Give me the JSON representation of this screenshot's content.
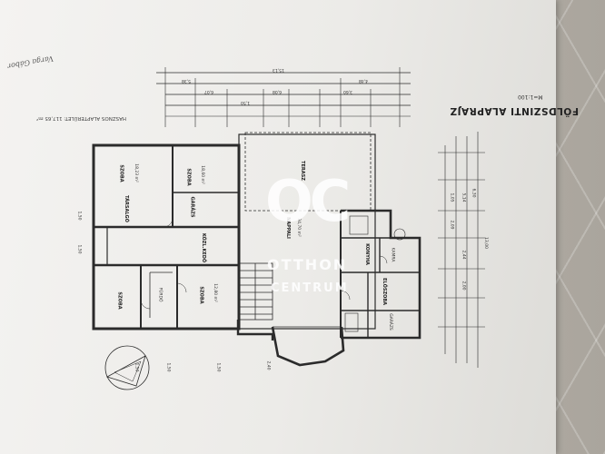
{
  "photo": {
    "background_color": "#b8b3ab",
    "paper_color": "#f1f0ee",
    "ink_color": "#2b2b2b"
  },
  "drawing": {
    "title": "FÖLDSZINTI ALAPRAJZ",
    "scale": "M=1:100",
    "area_note": "HASZNOS ALAPTERÜLET: 117,65 m²",
    "signature": "Varga Gábor"
  },
  "rooms": {
    "szoba_top": {
      "name": "SZOBA",
      "area": "18,23 m²"
    },
    "szoba_mid": {
      "name": "SZOBA",
      "area": "18,60 m²"
    },
    "garazs_left": {
      "name": "GARÁZS"
    },
    "tarsalgo": {
      "name": "TÁRSALGÓ"
    },
    "kozlekedo": {
      "name": "KÖZL.KEDŐ"
    },
    "nappali": {
      "name": "NAPPALI",
      "area": "34,70 m²"
    },
    "terasz": {
      "name": "TERASZ"
    },
    "szoba_bottom_left": {
      "name": "SZOBA"
    },
    "furdo": {
      "name": "FÜRDŐ"
    },
    "szoba_bottom": {
      "name": "SZOBA",
      "area": "12,80 m²"
    },
    "konyha": {
      "name": "KONYHA"
    },
    "kamra": {
      "name": "KAMRA"
    },
    "eloszoba": {
      "name": "ELŐSZOBA"
    },
    "garazs_right": {
      "name": "GARÁZS"
    }
  },
  "dimensions": {
    "top_overall": "15,13",
    "top_left": "5,38",
    "top_right": "4,48",
    "top_mid_a": "6,08",
    "top_mid_b": "3,60",
    "top_inner_a": "6,07",
    "top_inner_b": "1,50",
    "right_overall": "13,00",
    "right_a": "5,14",
    "right_b": "6,30",
    "right_c": "2,09",
    "right_d": "1,05",
    "right_e": "2,44",
    "right_f": "2,00",
    "left_a": "1,50",
    "left_b": "1,50",
    "bottom_a": "1,50",
    "bottom_b": "1,50",
    "bottom_c": "1,50",
    "bottom_d": "2,40"
  },
  "watermark": {
    "logo_text": "OC",
    "line1": "OTTHON",
    "line2": "CENTRUM"
  }
}
